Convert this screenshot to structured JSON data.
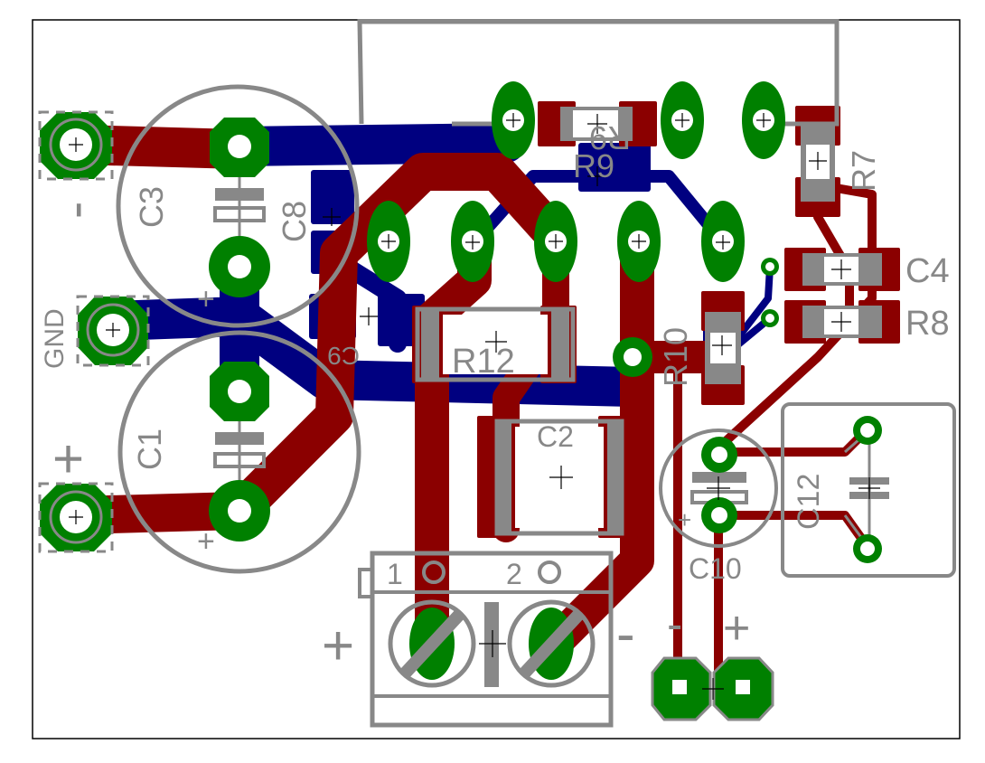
{
  "colors": {
    "background": "#ffffff",
    "outline": "#000000",
    "top_copper": "#8b0000",
    "bottom_copper": "#000080",
    "pad": "#008000",
    "silkscreen": "#888888",
    "drill": "#ffffff",
    "crosshair": "#000000"
  },
  "silkscreen_labels": {
    "c3": "C3",
    "c8": "C8",
    "c1": "C1",
    "gnd": "GND",
    "minus_top_left": "-",
    "plus_left": "+",
    "plus_c3": "+",
    "plus_c1": "+",
    "r9": "R9",
    "r7": "R7",
    "c4": "C4",
    "r8": "R8",
    "r10": "R10",
    "r12": "R12",
    "c9": "C9",
    "c2": "C2",
    "c10": "C10",
    "plus_c10": "+",
    "c12": "C12",
    "terminal_pin_1": "1",
    "terminal_pin_2": "2",
    "plus_terminal": "+",
    "minus_terminal": "-",
    "minus_bottom_right": "-",
    "plus_bottom_right": "+"
  }
}
